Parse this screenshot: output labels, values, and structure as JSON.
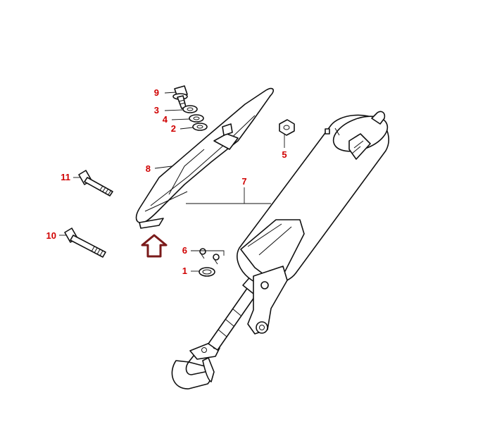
{
  "colors": {
    "callout": "#d00000",
    "arrow": "#7a1a1a",
    "line": "#111111"
  },
  "callouts": [
    {
      "id": "p9",
      "label": "9"
    },
    {
      "id": "p3",
      "label": "3"
    },
    {
      "id": "p4",
      "label": "4"
    },
    {
      "id": "p2",
      "label": "2"
    },
    {
      "id": "p5",
      "label": "5"
    },
    {
      "id": "p11",
      "label": "11"
    },
    {
      "id": "p8",
      "label": "8"
    },
    {
      "id": "p7",
      "label": "7"
    },
    {
      "id": "p10",
      "label": "10"
    },
    {
      "id": "p6",
      "label": "6"
    },
    {
      "id": "p1",
      "label": "1"
    }
  ],
  "indicator": {
    "icon": "up-arrow-outline-icon"
  }
}
